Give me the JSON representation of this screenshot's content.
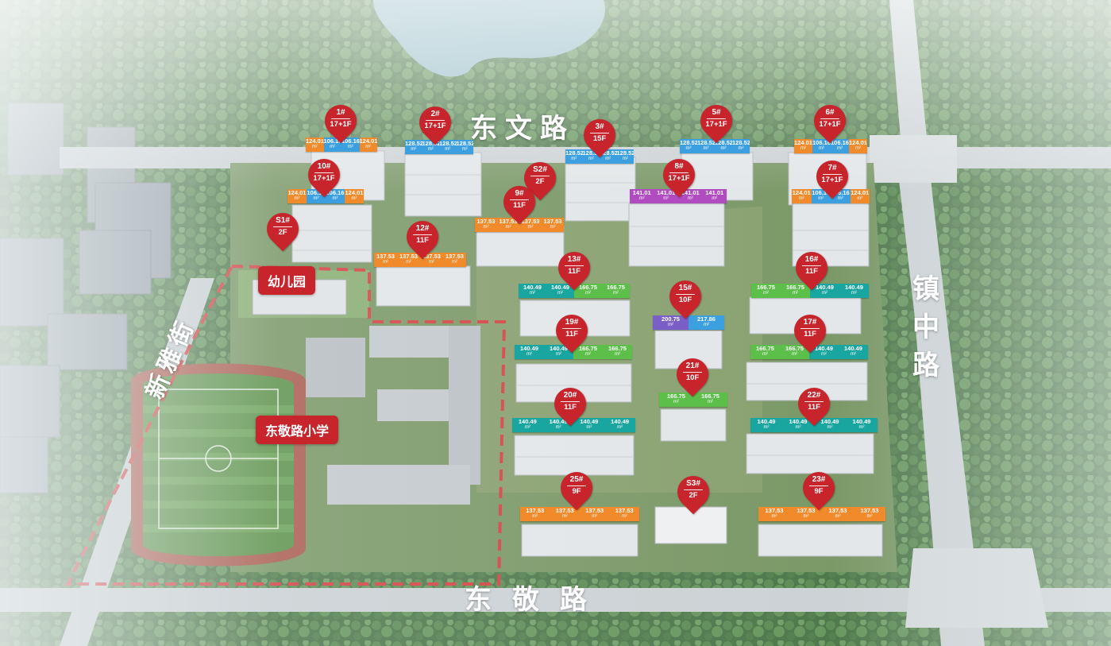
{
  "colors": {
    "orange": "#f08a2a",
    "blue": "#3ca0e0",
    "purple": "#b04bc0",
    "teal": "#1aa6a0",
    "green": "#5cbf4a",
    "violet": "#7a5fc8",
    "pin_red": "#c8242c",
    "boundary_red": "#d32f2f"
  },
  "roads": {
    "north": "东文路",
    "south": "东敬路",
    "east": "镇中路",
    "west": "新雅街"
  },
  "facilities": {
    "kindergarten": "幼儿园",
    "school": "东敬路小学"
  },
  "unit": "m²",
  "buildings": [
    {
      "num": "1#",
      "floors": "17+1F",
      "units": [
        {
          "area": "124.01",
          "color": "orange"
        },
        {
          "area": "106.16",
          "color": "blue"
        },
        {
          "area": "106.16",
          "color": "blue"
        },
        {
          "area": "124.01",
          "color": "orange"
        }
      ]
    },
    {
      "num": "2#",
      "floors": "17+1F",
      "units": [
        {
          "area": "128.52",
          "color": "blue"
        },
        {
          "area": "128.52",
          "color": "blue"
        },
        {
          "area": "128.52",
          "color": "blue"
        },
        {
          "area": "128.52",
          "color": "blue"
        }
      ]
    },
    {
      "num": "3#",
      "floors": "15F",
      "units": [
        {
          "area": "128.52",
          "color": "blue"
        },
        {
          "area": "128.52",
          "color": "blue"
        },
        {
          "area": "128.52",
          "color": "blue"
        },
        {
          "area": "128.52",
          "color": "blue"
        }
      ]
    },
    {
      "num": "5#",
      "floors": "17+1F",
      "units": [
        {
          "area": "128.52",
          "color": "blue"
        },
        {
          "area": "128.52",
          "color": "blue"
        },
        {
          "area": "128.52",
          "color": "blue"
        },
        {
          "area": "128.52",
          "color": "blue"
        }
      ]
    },
    {
      "num": "6#",
      "floors": "17+1F",
      "units": [
        {
          "area": "124.01",
          "color": "orange"
        },
        {
          "area": "106.16",
          "color": "blue"
        },
        {
          "area": "106.16",
          "color": "blue"
        },
        {
          "area": "124.01",
          "color": "orange"
        }
      ]
    },
    {
      "num": "10#",
      "floors": "17+1F",
      "units": [
        {
          "area": "124.01",
          "color": "orange"
        },
        {
          "area": "106.16",
          "color": "blue"
        },
        {
          "area": "106.16",
          "color": "blue"
        },
        {
          "area": "124.01",
          "color": "orange"
        }
      ]
    },
    {
      "num": "S2#",
      "floors": "2F",
      "units": []
    },
    {
      "num": "9#",
      "floors": "11F",
      "units": [
        {
          "area": "137.53",
          "color": "orange"
        },
        {
          "area": "137.53",
          "color": "orange"
        },
        {
          "area": "137.53",
          "color": "orange"
        },
        {
          "area": "137.53",
          "color": "orange"
        }
      ]
    },
    {
      "num": "8#",
      "floors": "17+1F",
      "units": [
        {
          "area": "141.01",
          "color": "purple"
        },
        {
          "area": "141.01",
          "color": "purple"
        },
        {
          "area": "141.01",
          "color": "purple"
        },
        {
          "area": "141.01",
          "color": "purple"
        }
      ]
    },
    {
      "num": "7#",
      "floors": "17+1F",
      "units": [
        {
          "area": "124.01",
          "color": "orange"
        },
        {
          "area": "106.16",
          "color": "blue"
        },
        {
          "area": "106.16",
          "color": "blue"
        },
        {
          "area": "124.01",
          "color": "orange"
        }
      ]
    },
    {
      "num": "S1#",
      "floors": "2F",
      "units": []
    },
    {
      "num": "12#",
      "floors": "11F",
      "units": [
        {
          "area": "137.53",
          "color": "orange"
        },
        {
          "area": "137.53",
          "color": "orange"
        },
        {
          "area": "137.53",
          "color": "orange"
        },
        {
          "area": "137.53",
          "color": "orange"
        }
      ]
    },
    {
      "num": "13#",
      "floors": "11F",
      "units": [
        {
          "area": "140.49",
          "color": "teal"
        },
        {
          "area": "140.49",
          "color": "teal"
        },
        {
          "area": "166.75",
          "color": "green"
        },
        {
          "area": "166.75",
          "color": "green"
        }
      ]
    },
    {
      "num": "16#",
      "floors": "11F",
      "units": [
        {
          "area": "166.75",
          "color": "green"
        },
        {
          "area": "166.75",
          "color": "green"
        },
        {
          "area": "140.49",
          "color": "teal"
        },
        {
          "area": "140.49",
          "color": "teal"
        }
      ]
    },
    {
      "num": "15#",
      "floors": "10F",
      "units": [
        {
          "area": "200.75",
          "color": "violet"
        },
        {
          "area": "217.86",
          "color": "blue"
        }
      ]
    },
    {
      "num": "19#",
      "floors": "11F",
      "units": [
        {
          "area": "140.49",
          "color": "teal"
        },
        {
          "area": "140.49",
          "color": "teal"
        },
        {
          "area": "166.75",
          "color": "green"
        },
        {
          "area": "166.75",
          "color": "green"
        }
      ]
    },
    {
      "num": "17#",
      "floors": "11F",
      "units": [
        {
          "area": "166.75",
          "color": "green"
        },
        {
          "area": "166.75",
          "color": "green"
        },
        {
          "area": "140.49",
          "color": "teal"
        },
        {
          "area": "140.49",
          "color": "teal"
        }
      ]
    },
    {
      "num": "21#",
      "floors": "10F",
      "units": [
        {
          "area": "166.75",
          "color": "green"
        },
        {
          "area": "166.75",
          "color": "green"
        }
      ]
    },
    {
      "num": "20#",
      "floors": "11F",
      "units": [
        {
          "area": "140.49",
          "color": "teal"
        },
        {
          "area": "140.49",
          "color": "teal"
        },
        {
          "area": "140.49",
          "color": "teal"
        },
        {
          "area": "140.49",
          "color": "teal"
        }
      ]
    },
    {
      "num": "22#",
      "floors": "11F",
      "units": [
        {
          "area": "140.49",
          "color": "teal"
        },
        {
          "area": "140.49",
          "color": "teal"
        },
        {
          "area": "140.49",
          "color": "teal"
        },
        {
          "area": "140.49",
          "color": "teal"
        }
      ]
    },
    {
      "num": "25#",
      "floors": "9F",
      "units": [
        {
          "area": "137.53",
          "color": "orange"
        },
        {
          "area": "137.53",
          "color": "orange"
        },
        {
          "area": "137.53",
          "color": "orange"
        },
        {
          "area": "137.53",
          "color": "orange"
        }
      ]
    },
    {
      "num": "S3#",
      "floors": "2F",
      "units": []
    },
    {
      "num": "23#",
      "floors": "9F",
      "units": [
        {
          "area": "137.53",
          "color": "orange"
        },
        {
          "area": "137.53",
          "color": "orange"
        },
        {
          "area": "137.53",
          "color": "orange"
        },
        {
          "area": "137.53",
          "color": "orange"
        }
      ]
    }
  ]
}
